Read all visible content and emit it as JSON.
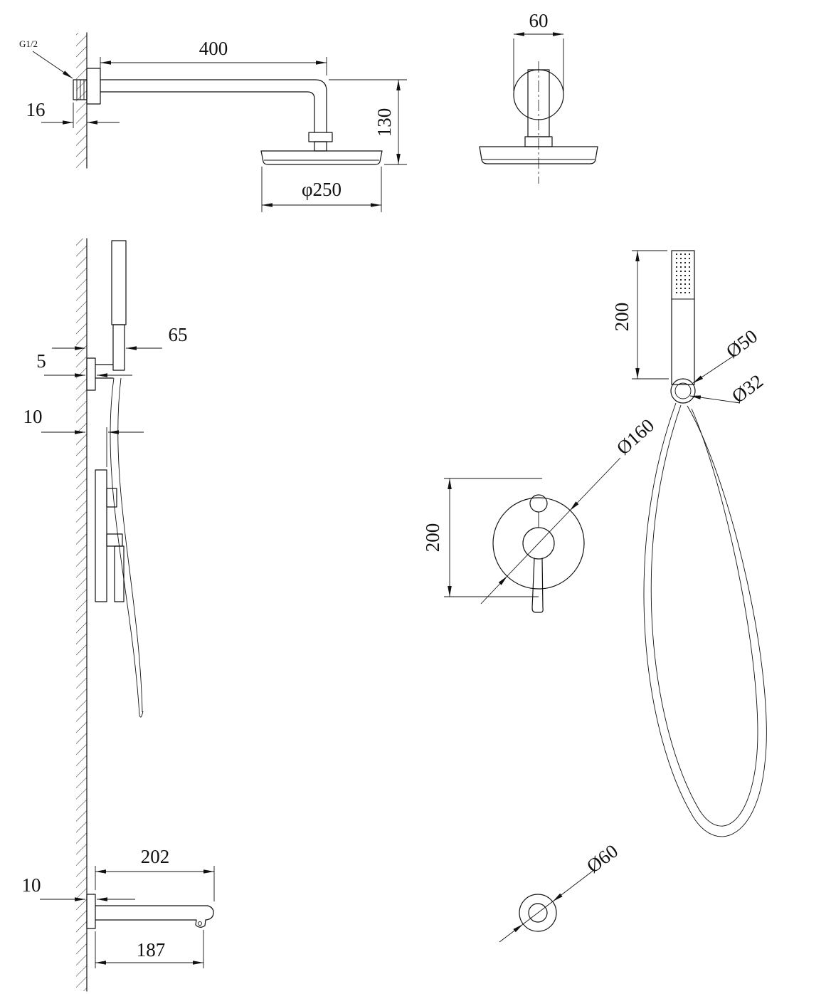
{
  "page": {
    "background": "#ffffff",
    "ink": "#111111"
  },
  "views": {
    "rain_side": {
      "thread": "G1/2",
      "arm_length": "400",
      "plate_depth": "16",
      "drop": "130",
      "head_dia": "φ250"
    },
    "rain_front": {
      "flange_dia": "60"
    },
    "wall_profile": {
      "handset_offset": "65",
      "bracket_plate": "5",
      "valve_plate": "10"
    },
    "handset_front": {
      "length": "200",
      "holder_outer": "Ø50",
      "holder_inner": "Ø32"
    },
    "mixer_front": {
      "plate_dia": "Ø160",
      "span": "200"
    },
    "spout_profile": {
      "reach": "202",
      "plate": "10",
      "underside_reach": "187"
    },
    "outlet": {
      "dia": "Ø60"
    }
  }
}
